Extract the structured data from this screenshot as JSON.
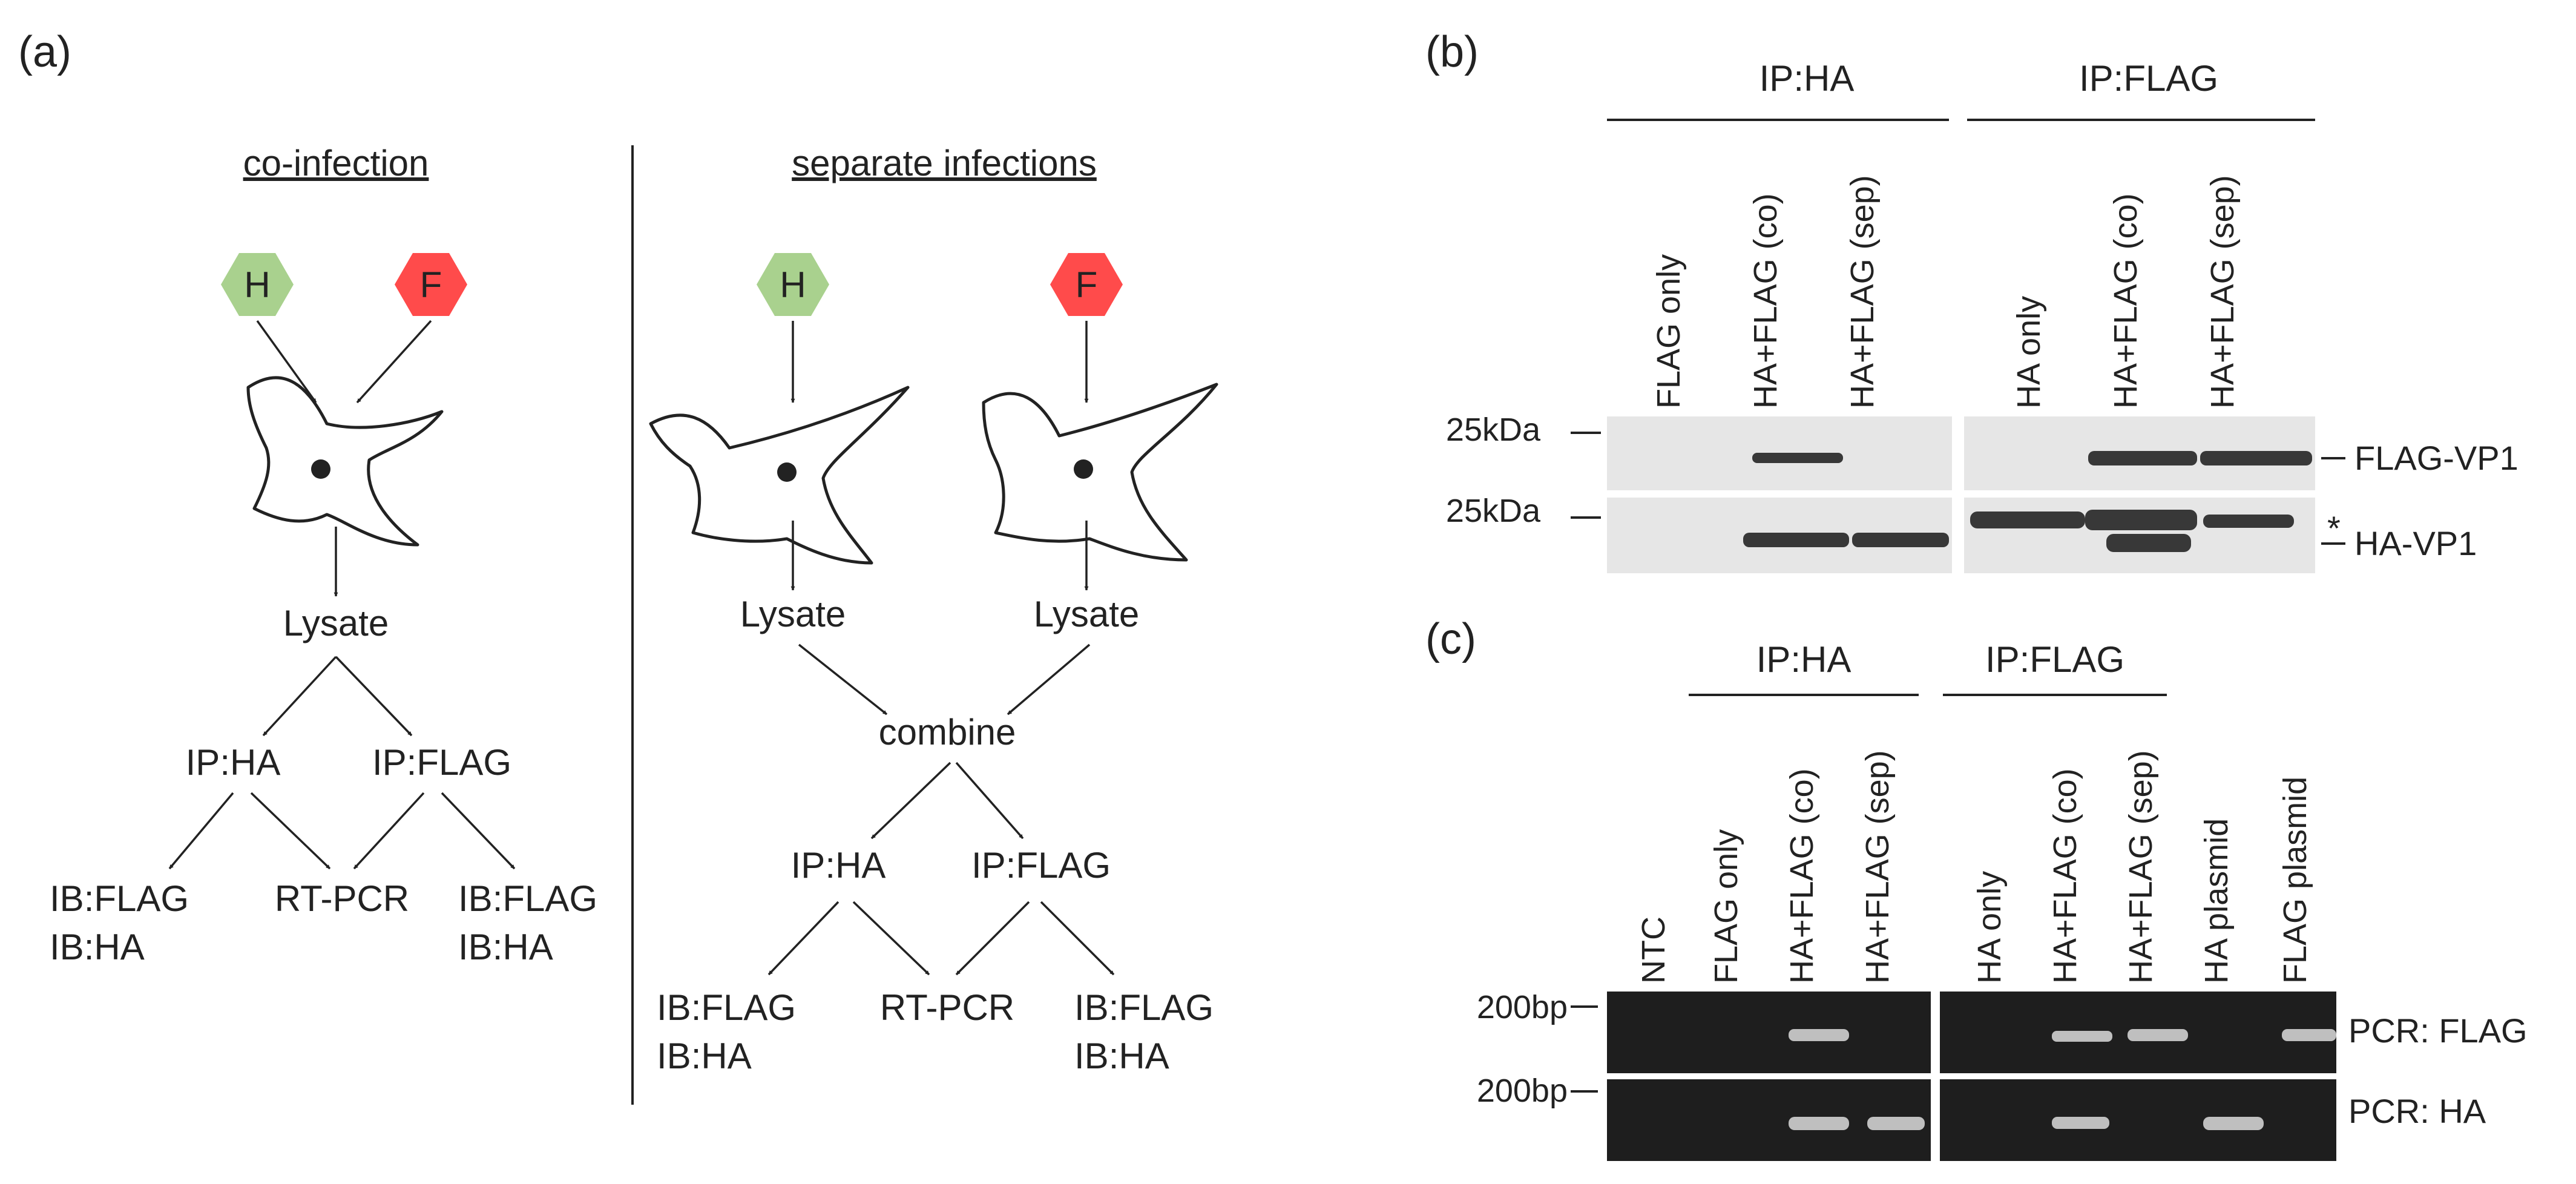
{
  "colors": {
    "hexagon_h": "#a9d18e",
    "hexagon_f": "#ff4b4b",
    "wb_membrane": "#e6e6e6",
    "wb_band": "#252525",
    "gel_bg": "#1e1e1e",
    "gel_band": "#dcdcdc"
  },
  "panel_a": {
    "label": "(a)",
    "co_infection": {
      "title": "co-infection",
      "virus_h": "H",
      "virus_f": "F",
      "lysate": "Lysate",
      "ip_ha": "IP:HA",
      "ip_flag": "IP:FLAG",
      "ib_left_1": "IB:FLAG",
      "ib_left_2": "IB:HA",
      "rt_pcr": "RT-PCR",
      "ib_right_1": "IB:FLAG",
      "ib_right_2": "IB:HA"
    },
    "separate_infections": {
      "title": "separate infections",
      "virus_h": "H",
      "virus_f": "F",
      "lysate_left": "Lysate",
      "lysate_right": "Lysate",
      "combine": "combine",
      "ip_ha": "IP:HA",
      "ip_flag": "IP:FLAG",
      "ib_left_1": "IB:FLAG",
      "ib_left_2": "IB:HA",
      "rt_pcr": "RT-PCR",
      "ib_right_1": "IB:FLAG",
      "ib_right_2": "IB:HA"
    }
  },
  "panel_b": {
    "label": "(b)",
    "group_ha": "IP:HA",
    "group_flag": "IP:FLAG",
    "lanes": [
      "FLAG only",
      "HA+FLAG (co)",
      "HA+FLAG (sep)",
      "HA only",
      "HA+FLAG (co)",
      "HA+FLAG (sep)"
    ],
    "marker_top": "25kDa",
    "marker_bottom": "25kDa",
    "band_flag": "FLAG-VP1",
    "band_ha": "HA-VP1",
    "asterisk": "*"
  },
  "panel_c": {
    "label": "(c)",
    "group_ha": "IP:HA",
    "group_flag": "IP:FLAG",
    "lanes": [
      "NTC",
      "FLAG only",
      "HA+FLAG (co)",
      "HA+FLAG (sep)",
      "HA only",
      "HA+FLAG (co)",
      "HA+FLAG (sep)",
      "HA plasmid",
      "FLAG plasmid"
    ],
    "marker_top": "200bp",
    "marker_bottom": "200bp",
    "row_flag": "PCR: FLAG",
    "row_ha": "PCR: HA"
  }
}
